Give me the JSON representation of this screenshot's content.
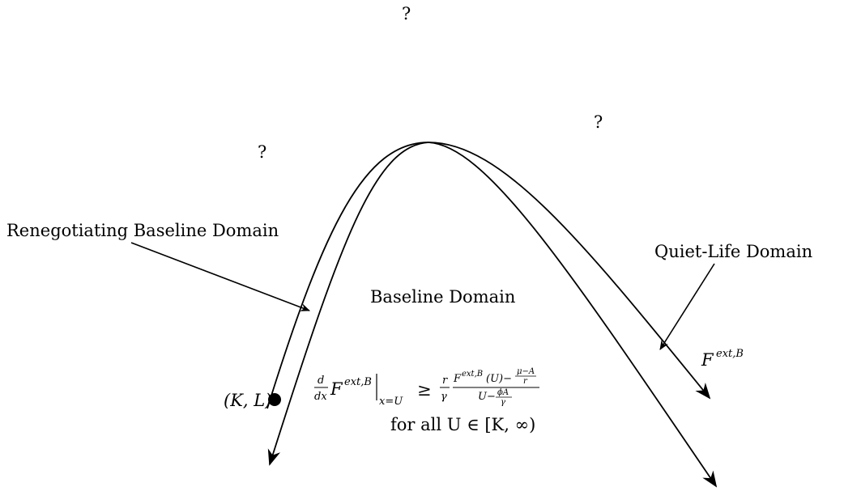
{
  "diagram": {
    "question_marks": [
      "?",
      "?",
      "?"
    ],
    "labels": {
      "renegotiating": "Renegotiating Baseline Domain",
      "baseline": "Baseline Domain",
      "quiet_life": "Quiet-Life Domain",
      "point": "(K, L)",
      "curve_name_base": "F",
      "curve_name_sup": "ext,B",
      "condition_line2": "for all U ∈ [K, ∞)"
    },
    "condition": {
      "d": "d",
      "dx": "dx",
      "F": "F",
      "sup": "ext,B",
      "sub": "x=U",
      "geq": "≥",
      "r": "r",
      "gamma": "γ",
      "num": "F",
      "num_sup": "ext,B",
      "num_rest": "(U)−",
      "mu_a": "μ−A",
      "den": "U−",
      "phi_a": "ϕA",
      "gamma2": "γ"
    },
    "colors": {
      "ink": "#000000",
      "background": "#ffffff"
    }
  }
}
